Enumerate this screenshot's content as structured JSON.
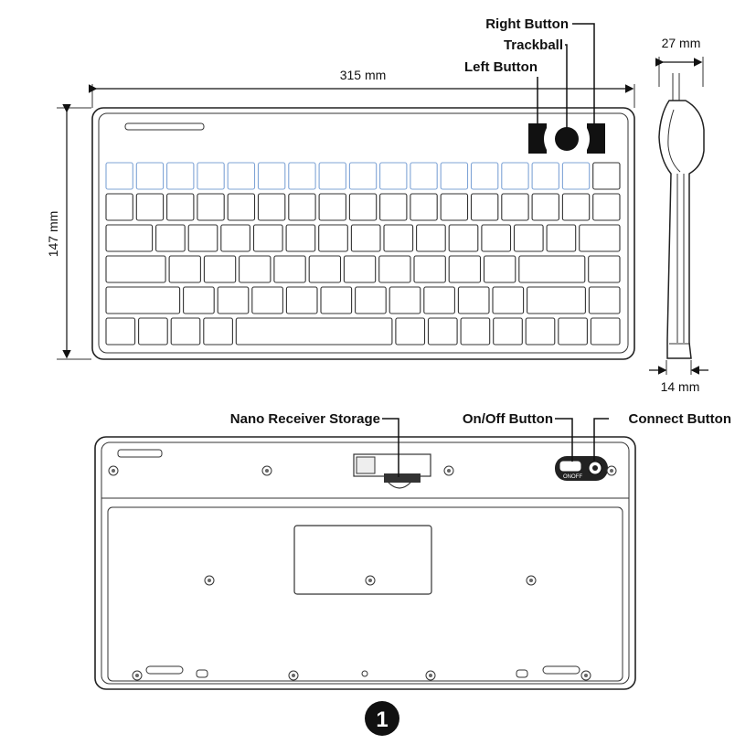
{
  "labels": {
    "right_button": "Right Button",
    "trackball": "Trackball",
    "left_button": "Left Button",
    "nano_receiver_storage": "Nano Receiver Storage",
    "on_off_button": "On/Off Button",
    "connect_button": "Connect Button"
  },
  "dimensions": {
    "width": "315  mm",
    "height": "147 mm",
    "depth_top": "27 mm",
    "depth_bottom": "14 mm"
  },
  "switch": {
    "on": "ON",
    "off": "OFF"
  },
  "figure_number": "1",
  "keyboard_rows": [
    [
      1,
      1,
      1,
      1,
      1,
      1,
      1,
      1,
      1,
      1,
      1,
      1,
      1,
      1,
      1,
      1,
      1
    ],
    [
      1,
      1,
      1,
      1,
      1,
      1,
      1,
      1,
      1,
      1,
      1,
      1,
      1,
      1,
      1,
      1,
      1
    ],
    [
      1.6,
      1,
      1,
      1,
      1,
      1,
      1,
      1,
      1,
      1,
      1,
      1,
      1,
      1,
      1.4
    ],
    [
      1.9,
      1,
      1,
      1,
      1,
      1,
      1,
      1,
      1,
      1,
      1,
      2.1,
      1
    ],
    [
      2.4,
      1,
      1,
      1,
      1,
      1,
      1,
      1,
      1,
      1,
      1,
      1.9,
      1
    ],
    [
      1,
      1,
      1,
      1,
      5.4,
      1,
      1,
      1,
      1,
      1,
      1,
      1
    ]
  ],
  "colors": {
    "function_row": "#7fa4d6",
    "outline": "#222222"
  }
}
